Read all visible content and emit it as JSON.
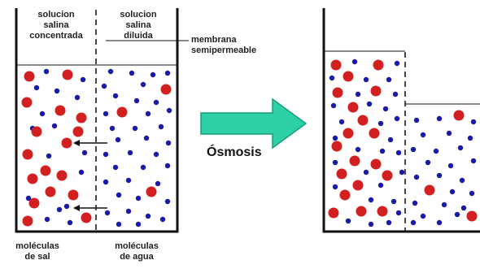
{
  "labels": {
    "concentrated": "solucion\nsalina\nconcentrada",
    "diluted": "solucion\nsalina\ndiluida",
    "membrane": "membrana\nsemipermeable",
    "osmosis": "Ósmosis",
    "salt": "moléculas\nde sal",
    "water": "moléculas\nde agua"
  },
  "colors": {
    "salt": "#d21f1f",
    "water": "#1a1aa8",
    "arrow_fill": "#2ed1a6",
    "arrow_edge": "#1a9c7a",
    "container": "#111111"
  }
}
